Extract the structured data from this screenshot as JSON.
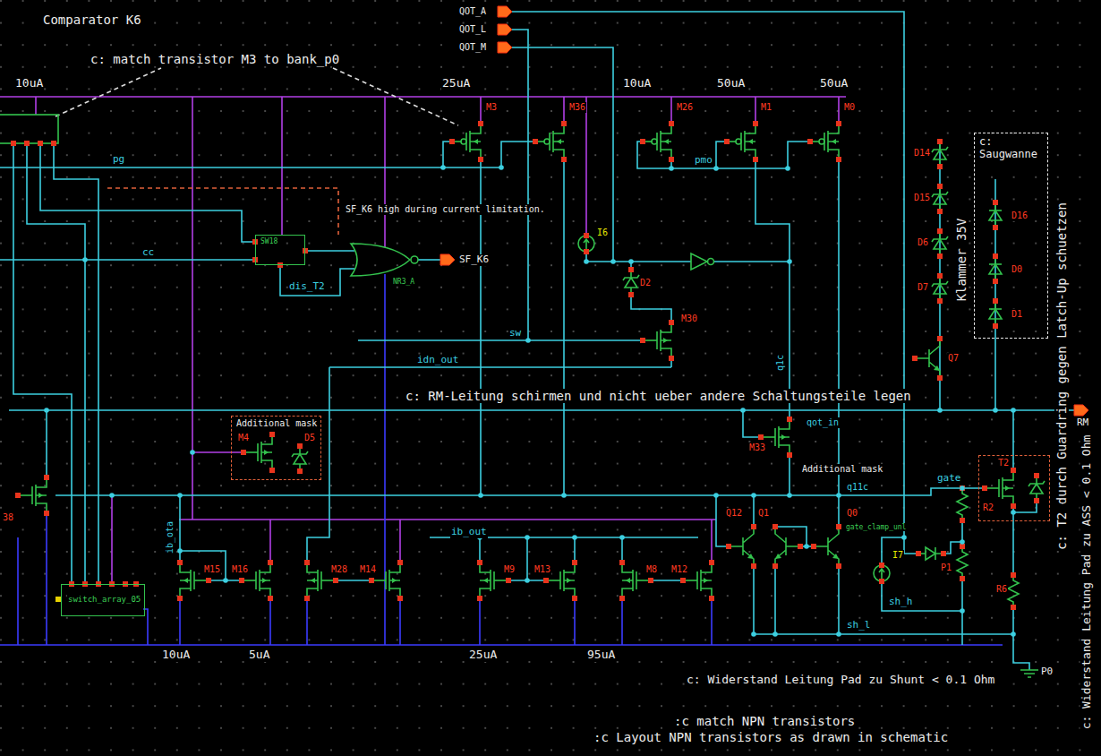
{
  "diagram": {
    "title": "Comparator K6",
    "nodes": [
      {
        "text": [
          "c: Saugwanne",
          "D16",
          "D0",
          "D1"
        ]
      },
      {
        "text": [
          "SW18"
        ]
      },
      {
        "text": [
          "Additional mask",
          "M4",
          "D5"
        ]
      },
      {
        "text": [
          "T2",
          "R2"
        ]
      },
      {
        "text": [
          "switch_array_05"
        ]
      }
    ],
    "labels": [
      "c: match transistor M3 to bank_p0",
      "QOT_A",
      "QOT_L",
      "QOT_M",
      "10uA",
      "25uA",
      "10uA",
      "50uA",
      "50uA",
      "M3",
      "M36",
      "M26",
      "M1",
      "M0",
      "D14",
      "pg",
      "pmo",
      "D15",
      "SF_K6 high during current limitation.",
      "I6",
      "D6",
      "Klammer 35V",
      "cc",
      "SF_K6",
      "NR3_A",
      "D2",
      "dis_T2",
      "D7",
      "M30",
      "sw",
      "Q7",
      "idn_out",
      "q1c",
      "c: T2 durch Guardring gegen Latch-Up schuetzen",
      "c: RM-Leitung schirmen und nicht ueber andere Schaltungsteile legen",
      "qot_in",
      "RM",
      "M33",
      "Additional mask",
      "gate",
      "q11c",
      "Q12",
      "Q1",
      "Q0",
      "38",
      "gate_clamp_unl",
      "ib_out",
      "ib_ota",
      "I7",
      "P1",
      "M15",
      "M16",
      "M28",
      "M14",
      "M9",
      "M13",
      "M8",
      "M12",
      "R6",
      "sh_h",
      "sh_l",
      "10uA",
      "5uA",
      "25uA",
      "95uA",
      "P0",
      "c: Widerstand Leitung Pad zu ASS < 0.1 Ohm",
      "c: Widerstand Leitung Pad zu Shunt < 0.1 Ohm",
      ":c match NPN transistors",
      ":c Layout NPN transistors as drawn in schematic"
    ]
  }
}
